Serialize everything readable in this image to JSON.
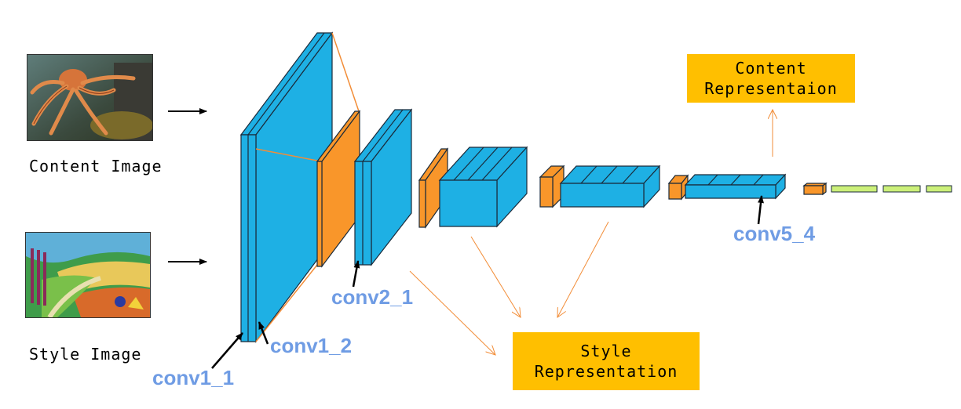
{
  "images": {
    "content_label": "Content Image",
    "style_label": "Style Image"
  },
  "layers": {
    "conv1_1": "conv1_1",
    "conv1_2": "conv1_2",
    "conv2_1": "conv2_1",
    "conv5_4": "conv5_4"
  },
  "outputs": {
    "content_line1": "Content",
    "content_line2": "Representaion",
    "style_line1": "Style",
    "style_line2": "Representation"
  },
  "colors": {
    "conv_blue": "#1eb0e4",
    "pool_orange": "#f9962a",
    "fc_green": "#ccf07a",
    "label_blue": "#6f9ce4",
    "box_yellow": "#ffbf00",
    "thin_arrow": "#f28d38"
  }
}
